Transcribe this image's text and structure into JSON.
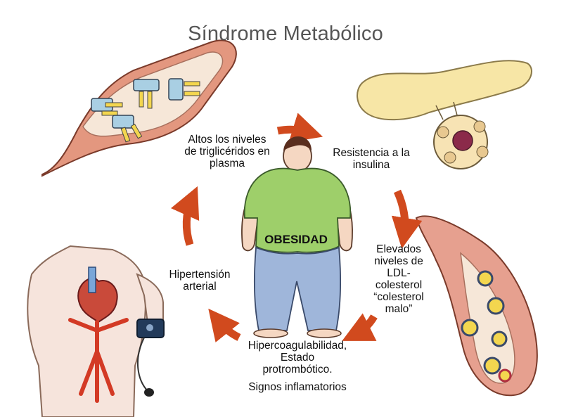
{
  "title": "Síndrome Metabólico",
  "center_label": "OBESIDAD",
  "labels": {
    "triglycerides": [
      "Altos los niveles",
      "de triglicéridos en",
      "plasma"
    ],
    "insulin": [
      "Resistencia a la",
      "insulina"
    ],
    "ldl": [
      "Elevados",
      "niveles de",
      "LDL-",
      "colesterol",
      "“colesterol",
      "malo”"
    ],
    "hypercoag": [
      "Hipercoagulabilidad,",
      "Estado",
      "protrombótico."
    ],
    "inflammation": "Signos inflamatorios",
    "hypertension": [
      "Hipertensión",
      "arterial"
    ]
  },
  "colors": {
    "arrow": "#d14a1e",
    "shirt": "#9ecf6a",
    "pants": "#9fb6da",
    "skin": "#f5d7c2",
    "vessel": "#e6a08f",
    "pancreas": "#f7e6a6",
    "artery": "#d33a25"
  }
}
